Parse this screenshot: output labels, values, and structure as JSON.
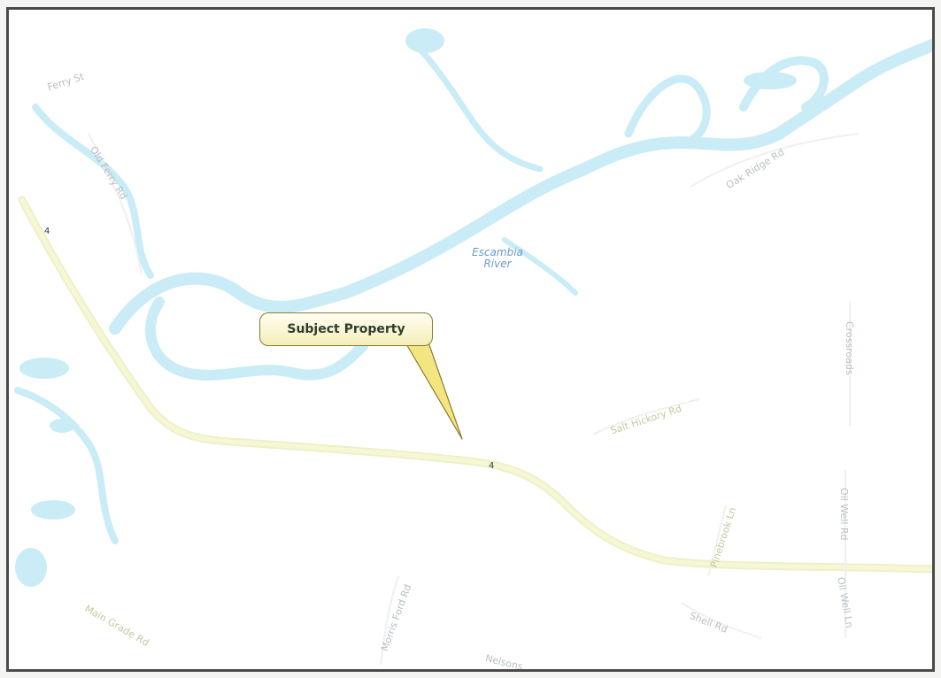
{
  "map": {
    "callout_label": "Subject Property",
    "water_label_line1": "Escambia",
    "water_label_line2": "River",
    "route_number": "4",
    "road_labels": {
      "top_left": "Ferry St",
      "old_ferry": "Old Ferry Rd",
      "upper_right": "Oak Ridge Rd",
      "mid_right": "Salt Hickory Rd",
      "right_vertical": "Crossroads",
      "far_right": "Oil Well Rd",
      "lower_mid_right": "Pinebrook Ln",
      "far_right_low": "Oil Well Ln",
      "bottom_left": "Main Grade Rd",
      "bottom_mid": "Morris Ford Rd",
      "bottom_right": "Shell Rd",
      "bottom_center": "Nelsons"
    },
    "colors": {
      "water": "#c9ecf6",
      "highway": "#f6f6cc",
      "callout_fill": "#f7f0b0",
      "callout_border": "#8a7a30",
      "frame": "#4a4a4a"
    }
  }
}
